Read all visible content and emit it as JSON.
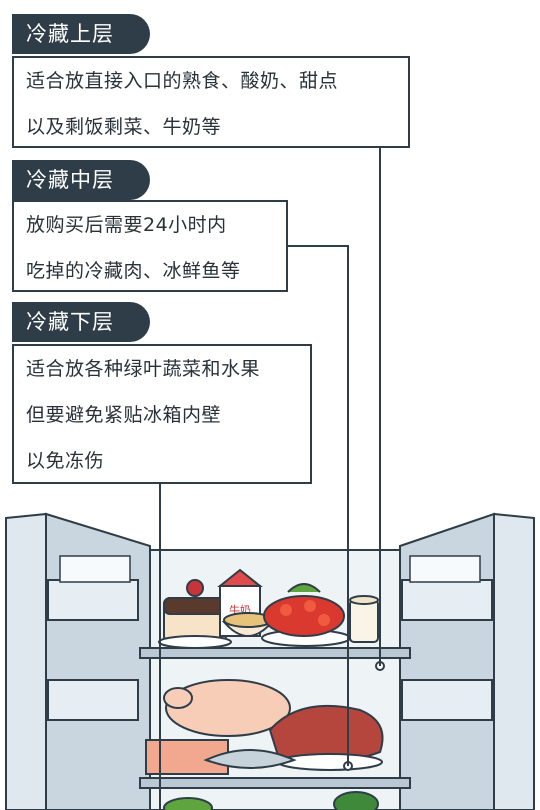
{
  "sections": [
    {
      "title": "冷藏上层",
      "lines": [
        "适合放直接入口的熟食、酸奶、甜点",
        "以及剩饭剩菜、牛奶等"
      ]
    },
    {
      "title": "冷藏中层",
      "lines": [
        "放购买后需要24小时内",
        "吃掉的冷藏肉、冰鲜鱼等"
      ]
    },
    {
      "title": "冷藏下层",
      "lines": [
        "适合放各种绿叶蔬菜和水果",
        "但要避免紧贴冰箱内壁",
        "以免冻伤"
      ]
    }
  ],
  "illustration": {
    "milk_label": "牛奶"
  },
  "colors": {
    "tag_bg": "#2f3d48",
    "fridge_frame": "#c9d6df",
    "line": "#2f3d48"
  }
}
